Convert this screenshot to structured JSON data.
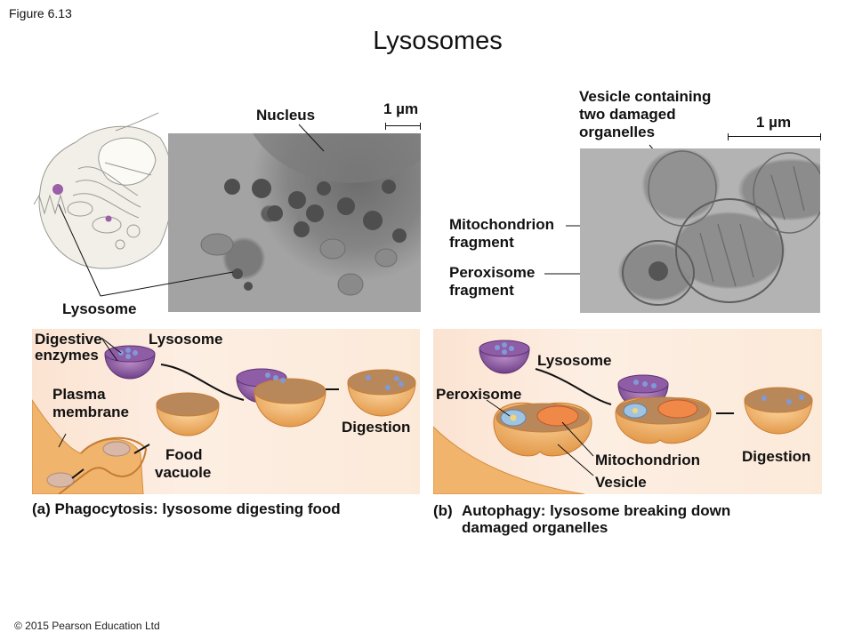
{
  "figure_number": "Figure 6.13",
  "title": "Lysosomes",
  "copyright": "© 2015 Pearson Education Ltd",
  "micrograph_left": {
    "labels": {
      "nucleus": "Nucleus",
      "lysosome": "Lysosome",
      "scale_bar": "1 µm"
    }
  },
  "micrograph_right": {
    "labels": {
      "vesicle_line1": "Vesicle containing",
      "vesicle_line2": "two damaged",
      "vesicle_line3": "organelles",
      "mito_line1": "Mitochondrion",
      "mito_line2": "fragment",
      "perox_line1": "Peroxisome",
      "perox_line2": "fragment",
      "scale_bar": "1 µm"
    }
  },
  "panel_a": {
    "labels": {
      "digestive_line1": "Digestive",
      "digestive_line2": "enzymes",
      "lysosome": "Lysosome",
      "plasma_line1": "Plasma",
      "plasma_line2": "membrane",
      "food_line1": "Food",
      "food_line2": "vacuole",
      "digestion": "Digestion"
    },
    "caption_letter": "(a)",
    "caption_text": "Phagocytosis: lysosome digesting food"
  },
  "panel_b": {
    "labels": {
      "lysosome": "Lysosome",
      "peroxisome": "Peroxisome",
      "mitochondrion": "Mitochondrion",
      "vesicle": "Vesicle",
      "digestion": "Digestion"
    },
    "caption_letter": "(b)",
    "caption_line1": "Autophagy: lysosome breaking down",
    "caption_line2": "damaged organelles"
  },
  "colors": {
    "lysosome_purple": "#8a5a9e",
    "enzyme_blue": "#6f8fd0",
    "vesicle_orange": "#f1b46c",
    "panel_bg": "#fce8d8",
    "micrograph_gray": "#9a9a9a"
  }
}
